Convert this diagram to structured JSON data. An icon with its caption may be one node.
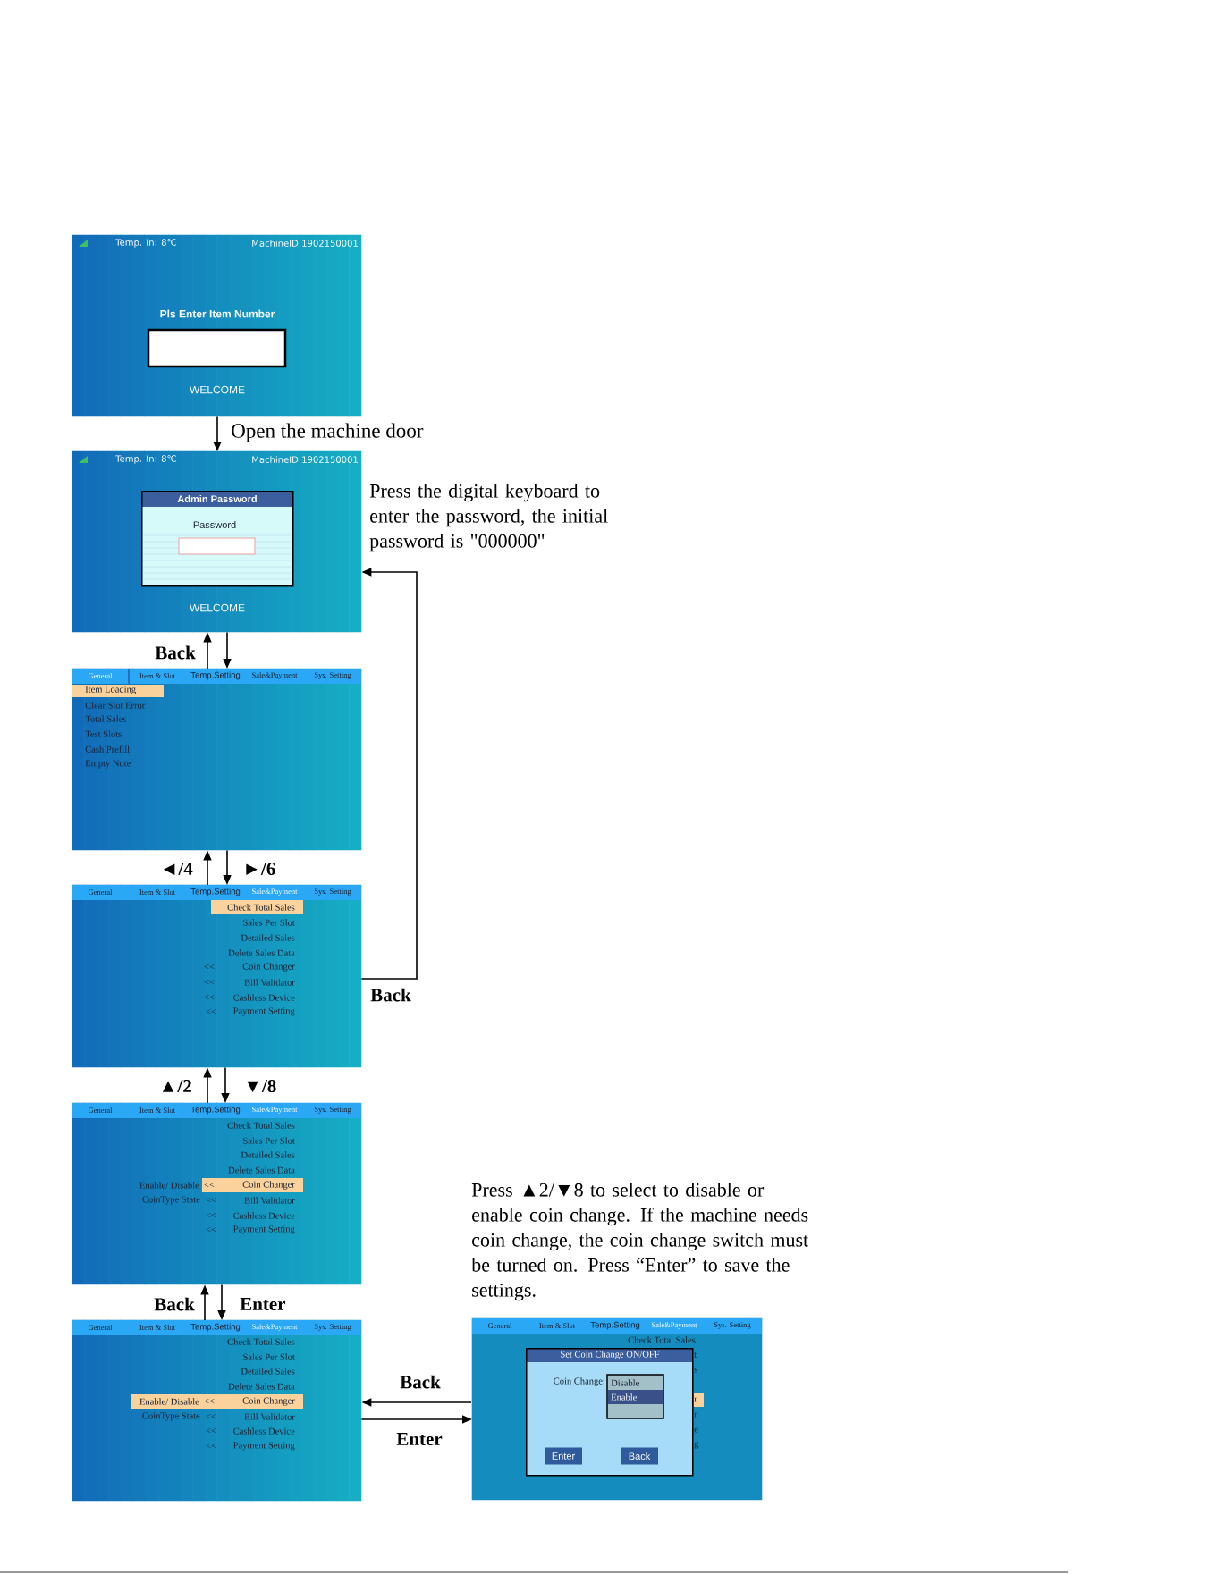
{
  "diagram": {
    "nodes": [
      {
        "text": [
          "Temp. In: 8℃",
          "MachineID:1902150001",
          "Pls Enter Item Number",
          "WELCOME"
        ]
      },
      {
        "text": [
          "Temp. In: 8℃",
          "MachineID:1902150001",
          "WELCOME"
        ],
        "beside": [
          "Press the digital keyboard to enter the password, the initial password is \"000000\""
        ]
      },
      {
        "text": [
          "Admin Password",
          "Password"
        ],
        "in": 1
      },
      {
        "text": [
          "General",
          "Item & Slot",
          "Temp.Setting",
          "Sale&Payment",
          "Sys. Setting",
          "Item Loading",
          "Clear Slot Error",
          "Total Sales",
          "Test Slots",
          "Cash Prefill",
          "Empty Note"
        ]
      },
      {
        "text": [
          "General",
          "Item & Slot",
          "Temp.Setting",
          "Sale&Payment",
          "Sys. Setting",
          "Check Total Sales",
          "Sales Per Slot",
          "Detailed Sales",
          "Delete Sales Data",
          "<<",
          "Coin Changer",
          "<<",
          "Bill Validator",
          "<<",
          "Cashless Device",
          "<<",
          "Payment Setting"
        ]
      },
      {
        "text": [
          "General",
          "Item & Slot",
          "Temp.Setting",
          "Sale&Payment",
          "Sys. Setting",
          "Check Total Sales",
          "Sales Per Slot",
          "Detailed Sales",
          "Delete Sales Data",
          "Enable/ Disable",
          "<<",
          "Coin Changer",
          "CoinType State",
          "<<",
          "Bill Validator",
          "<<",
          "Cashless Device",
          "<<",
          "Payment Setting"
        ]
      },
      {
        "text": [
          "General",
          "Item & Slot",
          "Temp.Setting",
          "Sale&Payment",
          "Sys. Setting",
          "Check Total Sales",
          "Sales Per Slot",
          "Detailed Sales",
          "Delete Sales Data",
          "Enable/ Disable",
          "<<",
          "Coin Changer",
          "CoinType State",
          "<<",
          "Bill Validator",
          "<<",
          "Cashless Device",
          "<<",
          "Payment Setting"
        ]
      },
      {
        "text": [
          "General",
          "Item & Slot",
          "Temp.Setting",
          "Sale&Payment",
          "Sys. Setting",
          "Check Total Sales",
          "t",
          "s",
          "r",
          "r",
          "e",
          "g"
        ],
        "beside": [
          "Press ▲2/▼8 to select to disable or enable coin change. If the machine needs coin change, the coin change switch must be turned on. Press “Enter” to save the settings."
        ]
      },
      {
        "text": [
          "Set Coin Change ON/OFF",
          "Coin Change:",
          "Disable",
          "Enable",
          "Enter",
          "Back"
        ],
        "in": 7
      }
    ],
    "edges": [
      {
        "from": 0,
        "to": 1,
        "arrow": "to",
        "label": "Open the machine door"
      },
      {
        "from": 3,
        "to": 1,
        "arrow": "to",
        "label": "Back"
      },
      {
        "from": 1,
        "to": 3,
        "arrow": "to"
      },
      {
        "from": 4,
        "to": 3,
        "arrow": "to",
        "label": "◄/4"
      },
      {
        "from": 3,
        "to": 4,
        "arrow": "to",
        "label": "►/6"
      },
      {
        "from": 4,
        "to": 1,
        "arrow": "to",
        "label": "Back"
      },
      {
        "from": 5,
        "to": 4,
        "arrow": "to",
        "label": "▲/2"
      },
      {
        "from": 4,
        "to": 5,
        "arrow": "to",
        "label": "▼/8"
      },
      {
        "from": 6,
        "to": 5,
        "arrow": "to",
        "label": "Back"
      },
      {
        "from": 5,
        "to": 6,
        "arrow": "to",
        "label": "Enter"
      },
      {
        "from": 7,
        "to": 6,
        "arrow": "to",
        "label": "Back"
      },
      {
        "from": 6,
        "to": 7,
        "arrow": "to",
        "label": "Enter"
      }
    ]
  }
}
